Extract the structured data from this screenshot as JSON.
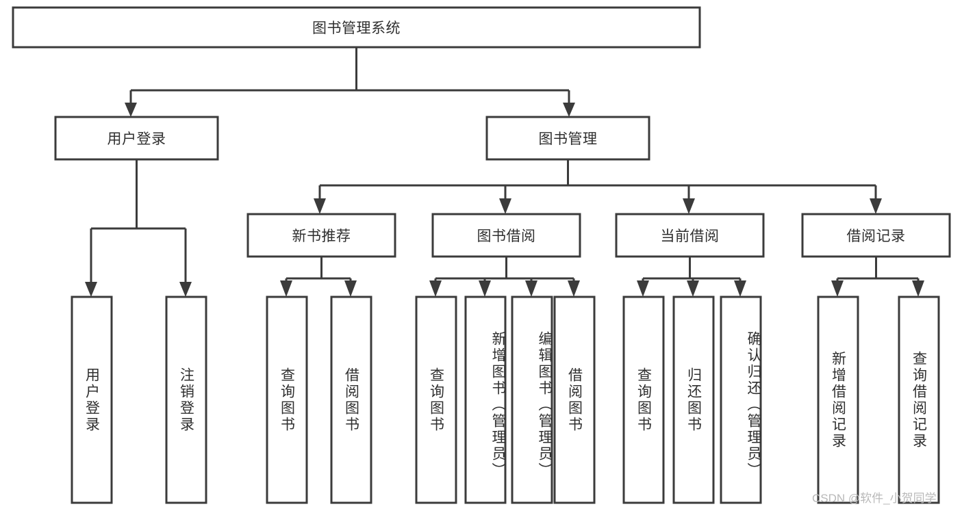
{
  "diagram": {
    "type": "hierarchy-tree",
    "title": "图书管理系统",
    "orientation": "top-down",
    "colors": {
      "box_stroke": "#3b3b3b",
      "box_fill": "#ffffff",
      "connector": "#3b3b3b",
      "text": "#2f2f2f",
      "background": "#ffffff",
      "watermark": "#b9b9b9"
    },
    "root": {
      "label": "图书管理系统"
    },
    "level2": [
      {
        "label": "用户登录"
      },
      {
        "label": "图书管理"
      }
    ],
    "level3": [
      {
        "label": "新书推荐"
      },
      {
        "label": "图书借阅"
      },
      {
        "label": "当前借阅"
      },
      {
        "label": "借阅记录"
      }
    ],
    "leaves": {
      "user_login": [
        {
          "label": "用户登录"
        },
        {
          "label": "注销登录"
        }
      ],
      "new_book_recommend": [
        {
          "label": "查询图书"
        },
        {
          "label": "借阅图书"
        }
      ],
      "book_borrow": [
        {
          "label": "查询图书"
        },
        {
          "label": "新增图书（管理员）"
        },
        {
          "label": "编辑图书（管理员）"
        },
        {
          "label": "借阅图书"
        }
      ],
      "current_borrow": [
        {
          "label": "查询图书"
        },
        {
          "label": "归还图书"
        },
        {
          "label": "确认归还（管理员）"
        }
      ],
      "borrow_record": [
        {
          "label": "新增借阅记录"
        },
        {
          "label": "查询借阅记录"
        }
      ]
    },
    "watermark": "CSDN @软件_小贺同学"
  }
}
